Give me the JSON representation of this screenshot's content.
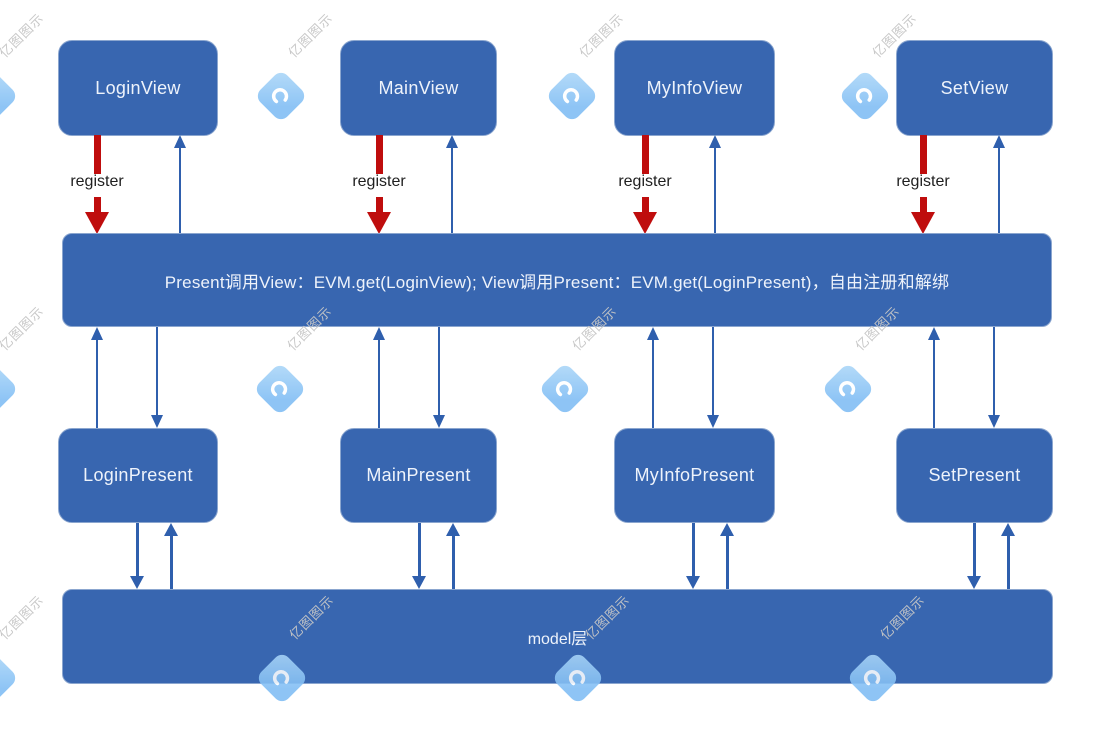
{
  "diagram": {
    "columns": [
      {
        "view": "LoginView",
        "present": "LoginPresent"
      },
      {
        "view": "MainView",
        "present": "MainPresent"
      },
      {
        "view": "MyInfoView",
        "present": "MyInfoPresent"
      },
      {
        "view": "SetView",
        "present": "SetPresent"
      }
    ],
    "register_label": "register",
    "bus_label": "Present调用View：EVM.get(LoginView); View调用Present：EVM.get(LoginPresent)，自由注册和解绑",
    "model_label": "model层"
  },
  "watermark": {
    "text": "亿图图示"
  },
  "colors": {
    "box_fill": "#3866b0",
    "box_border": "#8ba6cf",
    "box_text": "#eef3fb",
    "arrow_blue": "#2f5fad",
    "arrow_red": "#bf0d0d",
    "register_text": "#1f1f1f",
    "watermark_text": "#c6c6c6",
    "watermark_logo": "#7fbdf4"
  }
}
